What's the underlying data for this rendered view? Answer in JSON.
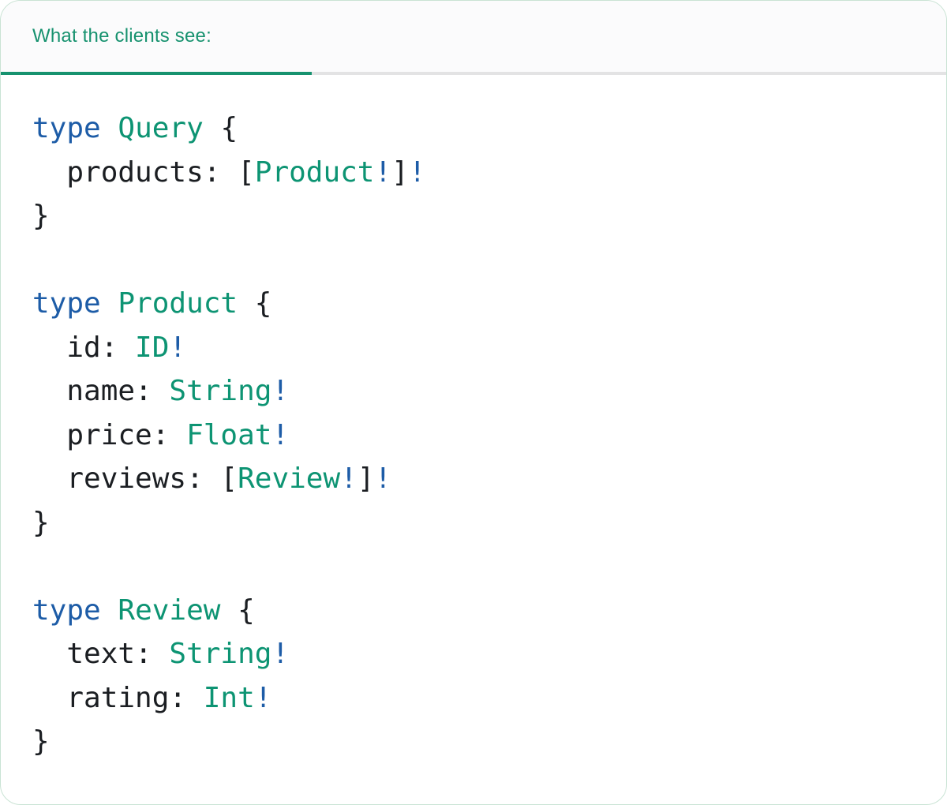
{
  "panel": {
    "tab_label": "What the clients see:"
  },
  "colors": {
    "accent_teal": "#17926F",
    "type_teal": "#0D9473",
    "keyword_blue": "#1D5CA7",
    "code_plain": "#1B1E22",
    "divider_gray": "#E3E3E4",
    "card_border": "#C9E3D4",
    "header_bg": "#FBFBFC",
    "body_bg": "#FFFFFF"
  },
  "code": {
    "language": "graphql",
    "plain_text": "type Query {\n  products: [Product!]!\n}\n\ntype Product {\n  id: ID!\n  name: String!\n  price: Float!\n  reviews: [Review!]!\n}\n\ntype Review {\n  text: String!\n  rating: Int!\n}",
    "lines": [
      [
        {
          "t": "type",
          "c": "kw"
        },
        {
          "t": " ",
          "c": "plain"
        },
        {
          "t": "Query",
          "c": "type"
        },
        {
          "t": " {",
          "c": "plain"
        }
      ],
      [
        {
          "t": "  products: [",
          "c": "plain"
        },
        {
          "t": "Product",
          "c": "type"
        },
        {
          "t": "!",
          "c": "kw"
        },
        {
          "t": "]",
          "c": "plain"
        },
        {
          "t": "!",
          "c": "kw"
        }
      ],
      [
        {
          "t": "}",
          "c": "plain"
        }
      ],
      [],
      [
        {
          "t": "type",
          "c": "kw"
        },
        {
          "t": " ",
          "c": "plain"
        },
        {
          "t": "Product",
          "c": "type"
        },
        {
          "t": " {",
          "c": "plain"
        }
      ],
      [
        {
          "t": "  id: ",
          "c": "plain"
        },
        {
          "t": "ID",
          "c": "type"
        },
        {
          "t": "!",
          "c": "kw"
        }
      ],
      [
        {
          "t": "  name: ",
          "c": "plain"
        },
        {
          "t": "String",
          "c": "type"
        },
        {
          "t": "!",
          "c": "kw"
        }
      ],
      [
        {
          "t": "  price: ",
          "c": "plain"
        },
        {
          "t": "Float",
          "c": "type"
        },
        {
          "t": "!",
          "c": "kw"
        }
      ],
      [
        {
          "t": "  reviews: [",
          "c": "plain"
        },
        {
          "t": "Review",
          "c": "type"
        },
        {
          "t": "!",
          "c": "kw"
        },
        {
          "t": "]",
          "c": "plain"
        },
        {
          "t": "!",
          "c": "kw"
        }
      ],
      [
        {
          "t": "}",
          "c": "plain"
        }
      ],
      [],
      [
        {
          "t": "type",
          "c": "kw"
        },
        {
          "t": " ",
          "c": "plain"
        },
        {
          "t": "Review",
          "c": "type"
        },
        {
          "t": " {",
          "c": "plain"
        }
      ],
      [
        {
          "t": "  text: ",
          "c": "plain"
        },
        {
          "t": "String",
          "c": "type"
        },
        {
          "t": "!",
          "c": "kw"
        }
      ],
      [
        {
          "t": "  rating: ",
          "c": "plain"
        },
        {
          "t": "Int",
          "c": "type"
        },
        {
          "t": "!",
          "c": "kw"
        }
      ],
      [
        {
          "t": "}",
          "c": "plain"
        }
      ]
    ]
  }
}
